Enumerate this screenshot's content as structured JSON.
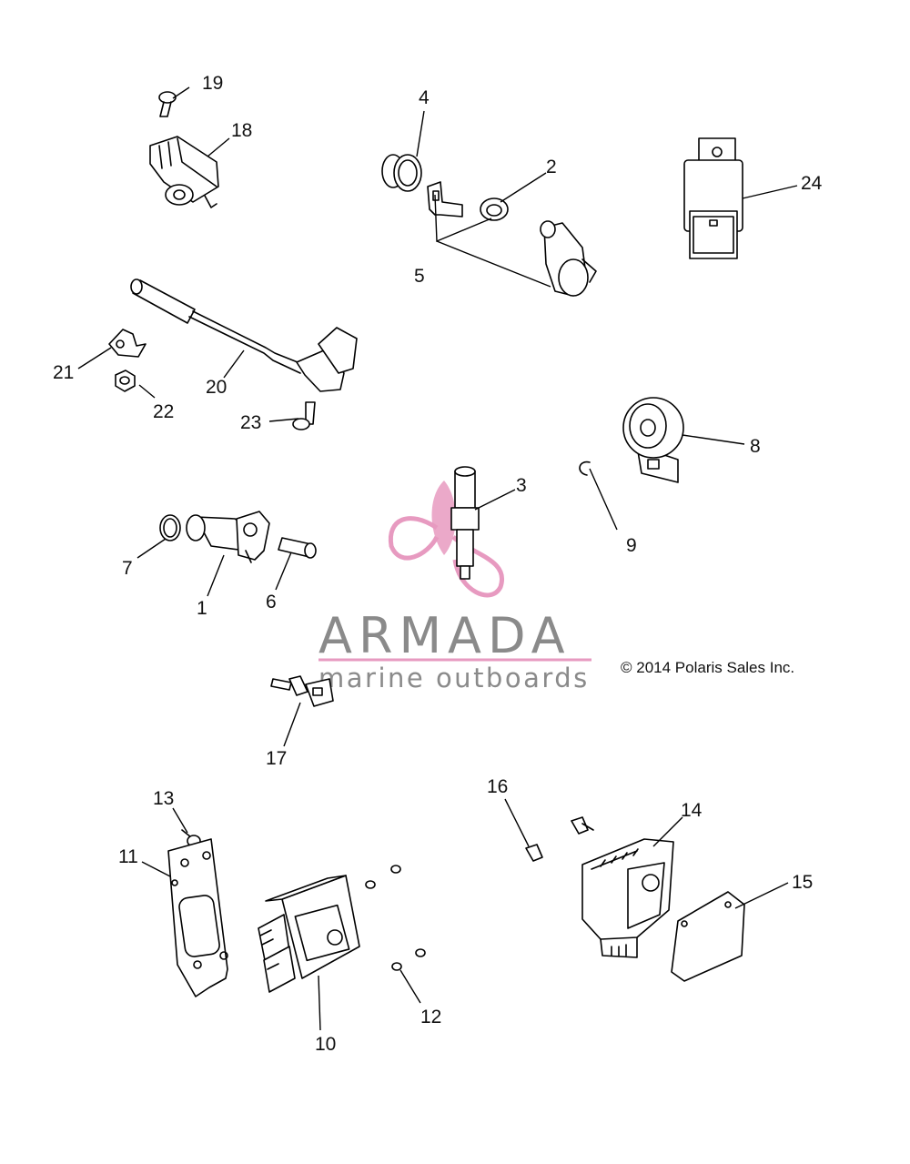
{
  "labels": {
    "l1": "1",
    "l2": "2",
    "l3": "3",
    "l4": "4",
    "l5": "5",
    "l6": "6",
    "l7": "7",
    "l8": "8",
    "l9": "9",
    "l10": "10",
    "l11": "11",
    "l12": "12",
    "l13": "13",
    "l14": "14",
    "l15": "15",
    "l16": "16",
    "l17": "17",
    "l18": "18",
    "l19": "19",
    "l20": "20",
    "l21": "21",
    "l22": "22",
    "l23": "23",
    "l24": "24"
  },
  "copyright": "© 2014 Polaris Sales Inc.",
  "watermark": {
    "name": "ARMADA",
    "tagline": "marine outboards",
    "accent_color": "#e79ac0",
    "text_color": "#8a8a8a"
  }
}
